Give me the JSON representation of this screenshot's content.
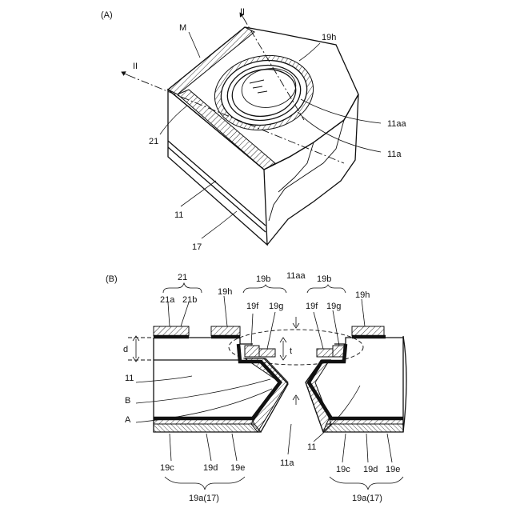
{
  "panel_a": {
    "caption": "(A)",
    "labels": {
      "M": "M",
      "II_top": "II",
      "II_left": "II",
      "l19h": "19h",
      "l11aa": "11aa",
      "l11a": "11a",
      "l21": "21",
      "l11": "11",
      "l17": "17"
    }
  },
  "panel_b": {
    "caption": "(B)",
    "labels": {
      "l21": "21",
      "l21a": "21a",
      "l21b": "21b",
      "l19h_left": "19h",
      "l19b_left": "19b",
      "l19f_left": "19f",
      "l19g_left": "19g",
      "l11aa": "11aa",
      "l19b_right": "19b",
      "l19f_right": "19f",
      "l19g_right": "19g",
      "l19h_right": "19h",
      "d": "d",
      "t": "t",
      "l11_left": "11",
      "B": "B",
      "A": "A",
      "l11_right": "11",
      "l11a": "11a",
      "l19c_left": "19c",
      "l19d_left": "19d",
      "l19e_left": "19e",
      "l19a_left": "19a(17)",
      "l19c_right": "19c",
      "l19d_right": "19d",
      "l19e_right": "19e",
      "l19a_right": "19a(17)"
    }
  }
}
